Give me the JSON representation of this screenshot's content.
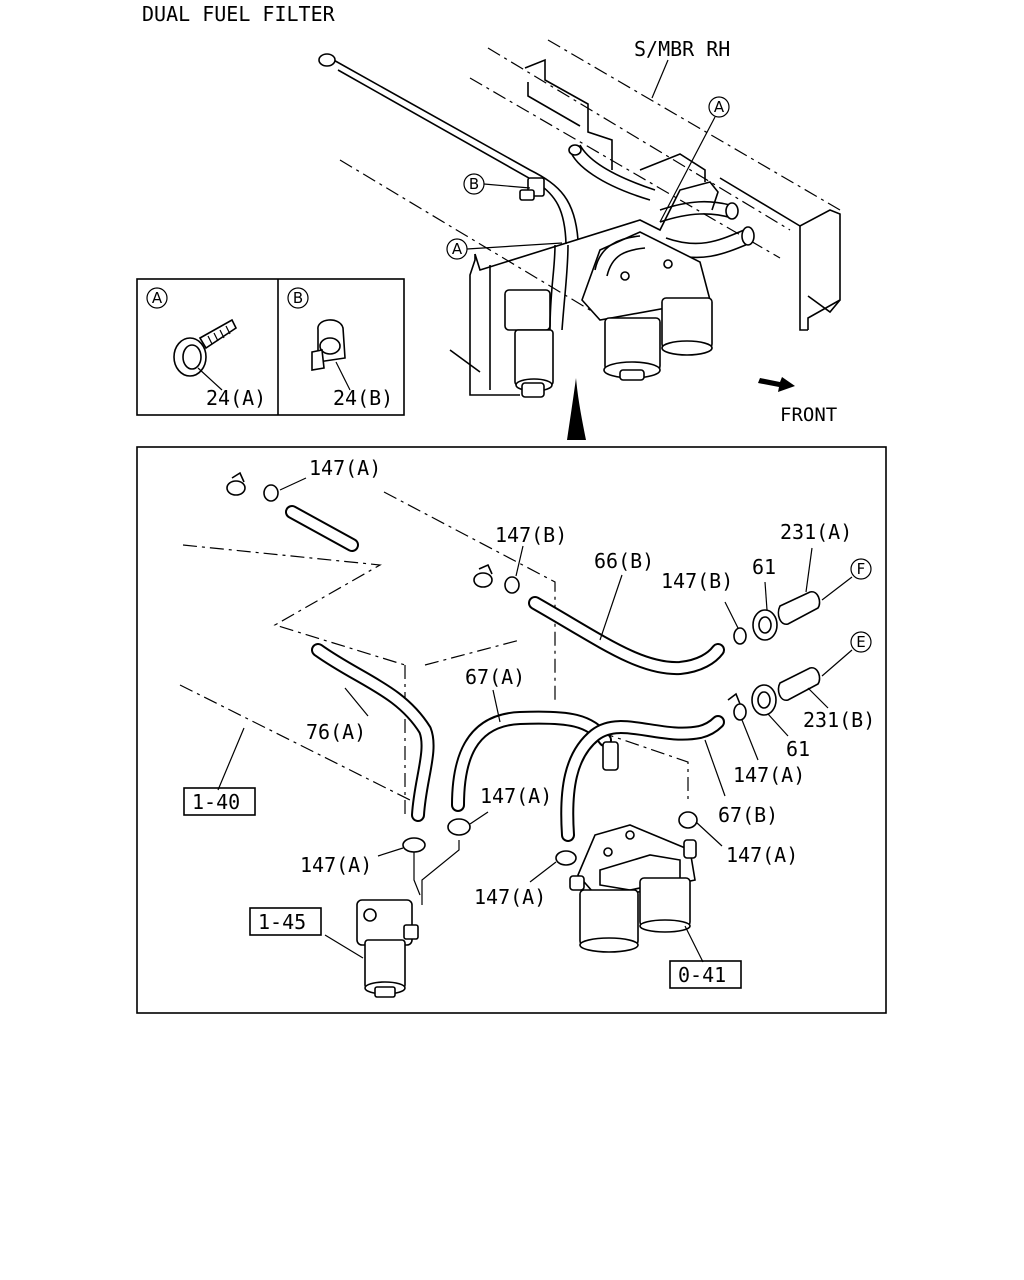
{
  "title": "DUAL FUEL FILTER",
  "overview": {
    "frame_label": "S/MBR RH",
    "callout_a": "A",
    "callout_b": "B",
    "front_label": "FRONT"
  },
  "inset": {
    "a_circle": "A",
    "b_circle": "B",
    "a_part": "24(A)",
    "b_part": "24(B)"
  },
  "detail": {
    "labels": {
      "l147a_top": "147(A)",
      "l147b_mid": "147(B)",
      "l66b": "66(B)",
      "l147b_right": "147(B)",
      "l61_top": "61",
      "l231a": "231(A)",
      "f_circle": "F",
      "e_circle": "E",
      "l67a": "67(A)",
      "l76a": "76(A)",
      "l147a_center": "147(A)",
      "l147a_left": "147(A)",
      "l147a_lower": "147(A)",
      "l67b": "67(B)",
      "l147a_right": "147(A)",
      "l147a_far": "147(A)",
      "l61_bottom": "61",
      "l231b": "231(B)"
    },
    "boxes": {
      "b140": "1-40",
      "b145": "1-45",
      "b041": "0-41"
    }
  }
}
